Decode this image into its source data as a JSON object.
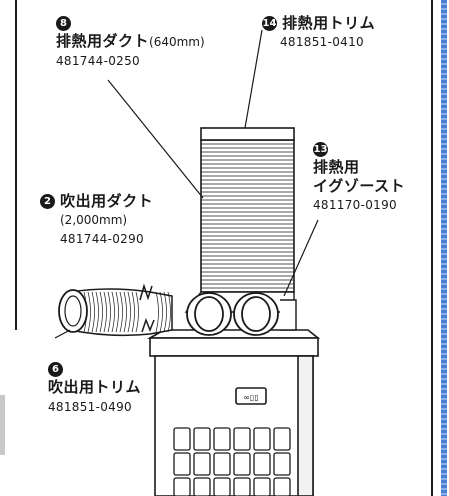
{
  "labels": {
    "l8": {
      "num": "8",
      "name": "排熱用ダクト",
      "size": "(640mm)",
      "code": "481744-0250"
    },
    "l14": {
      "num": "14",
      "name": "排熱用トリム",
      "code": "481851-0410"
    },
    "l13": {
      "num": "13",
      "name_line1": "排熱用",
      "name_line2": "イグゾースト",
      "code": "481170-0190"
    },
    "l2": {
      "num": "2",
      "name": "吹出用ダクト",
      "size": "(2,000mm)",
      "code": "481744-0290"
    },
    "l6": {
      "num": "6",
      "name": "吹出用トリム",
      "code": "481851-0490"
    }
  },
  "panel_text": "∞▯▯",
  "colors": {
    "line": "#1a1a1a",
    "side_band": "#4a7fd6",
    "left_band": "#c8c8c8"
  }
}
